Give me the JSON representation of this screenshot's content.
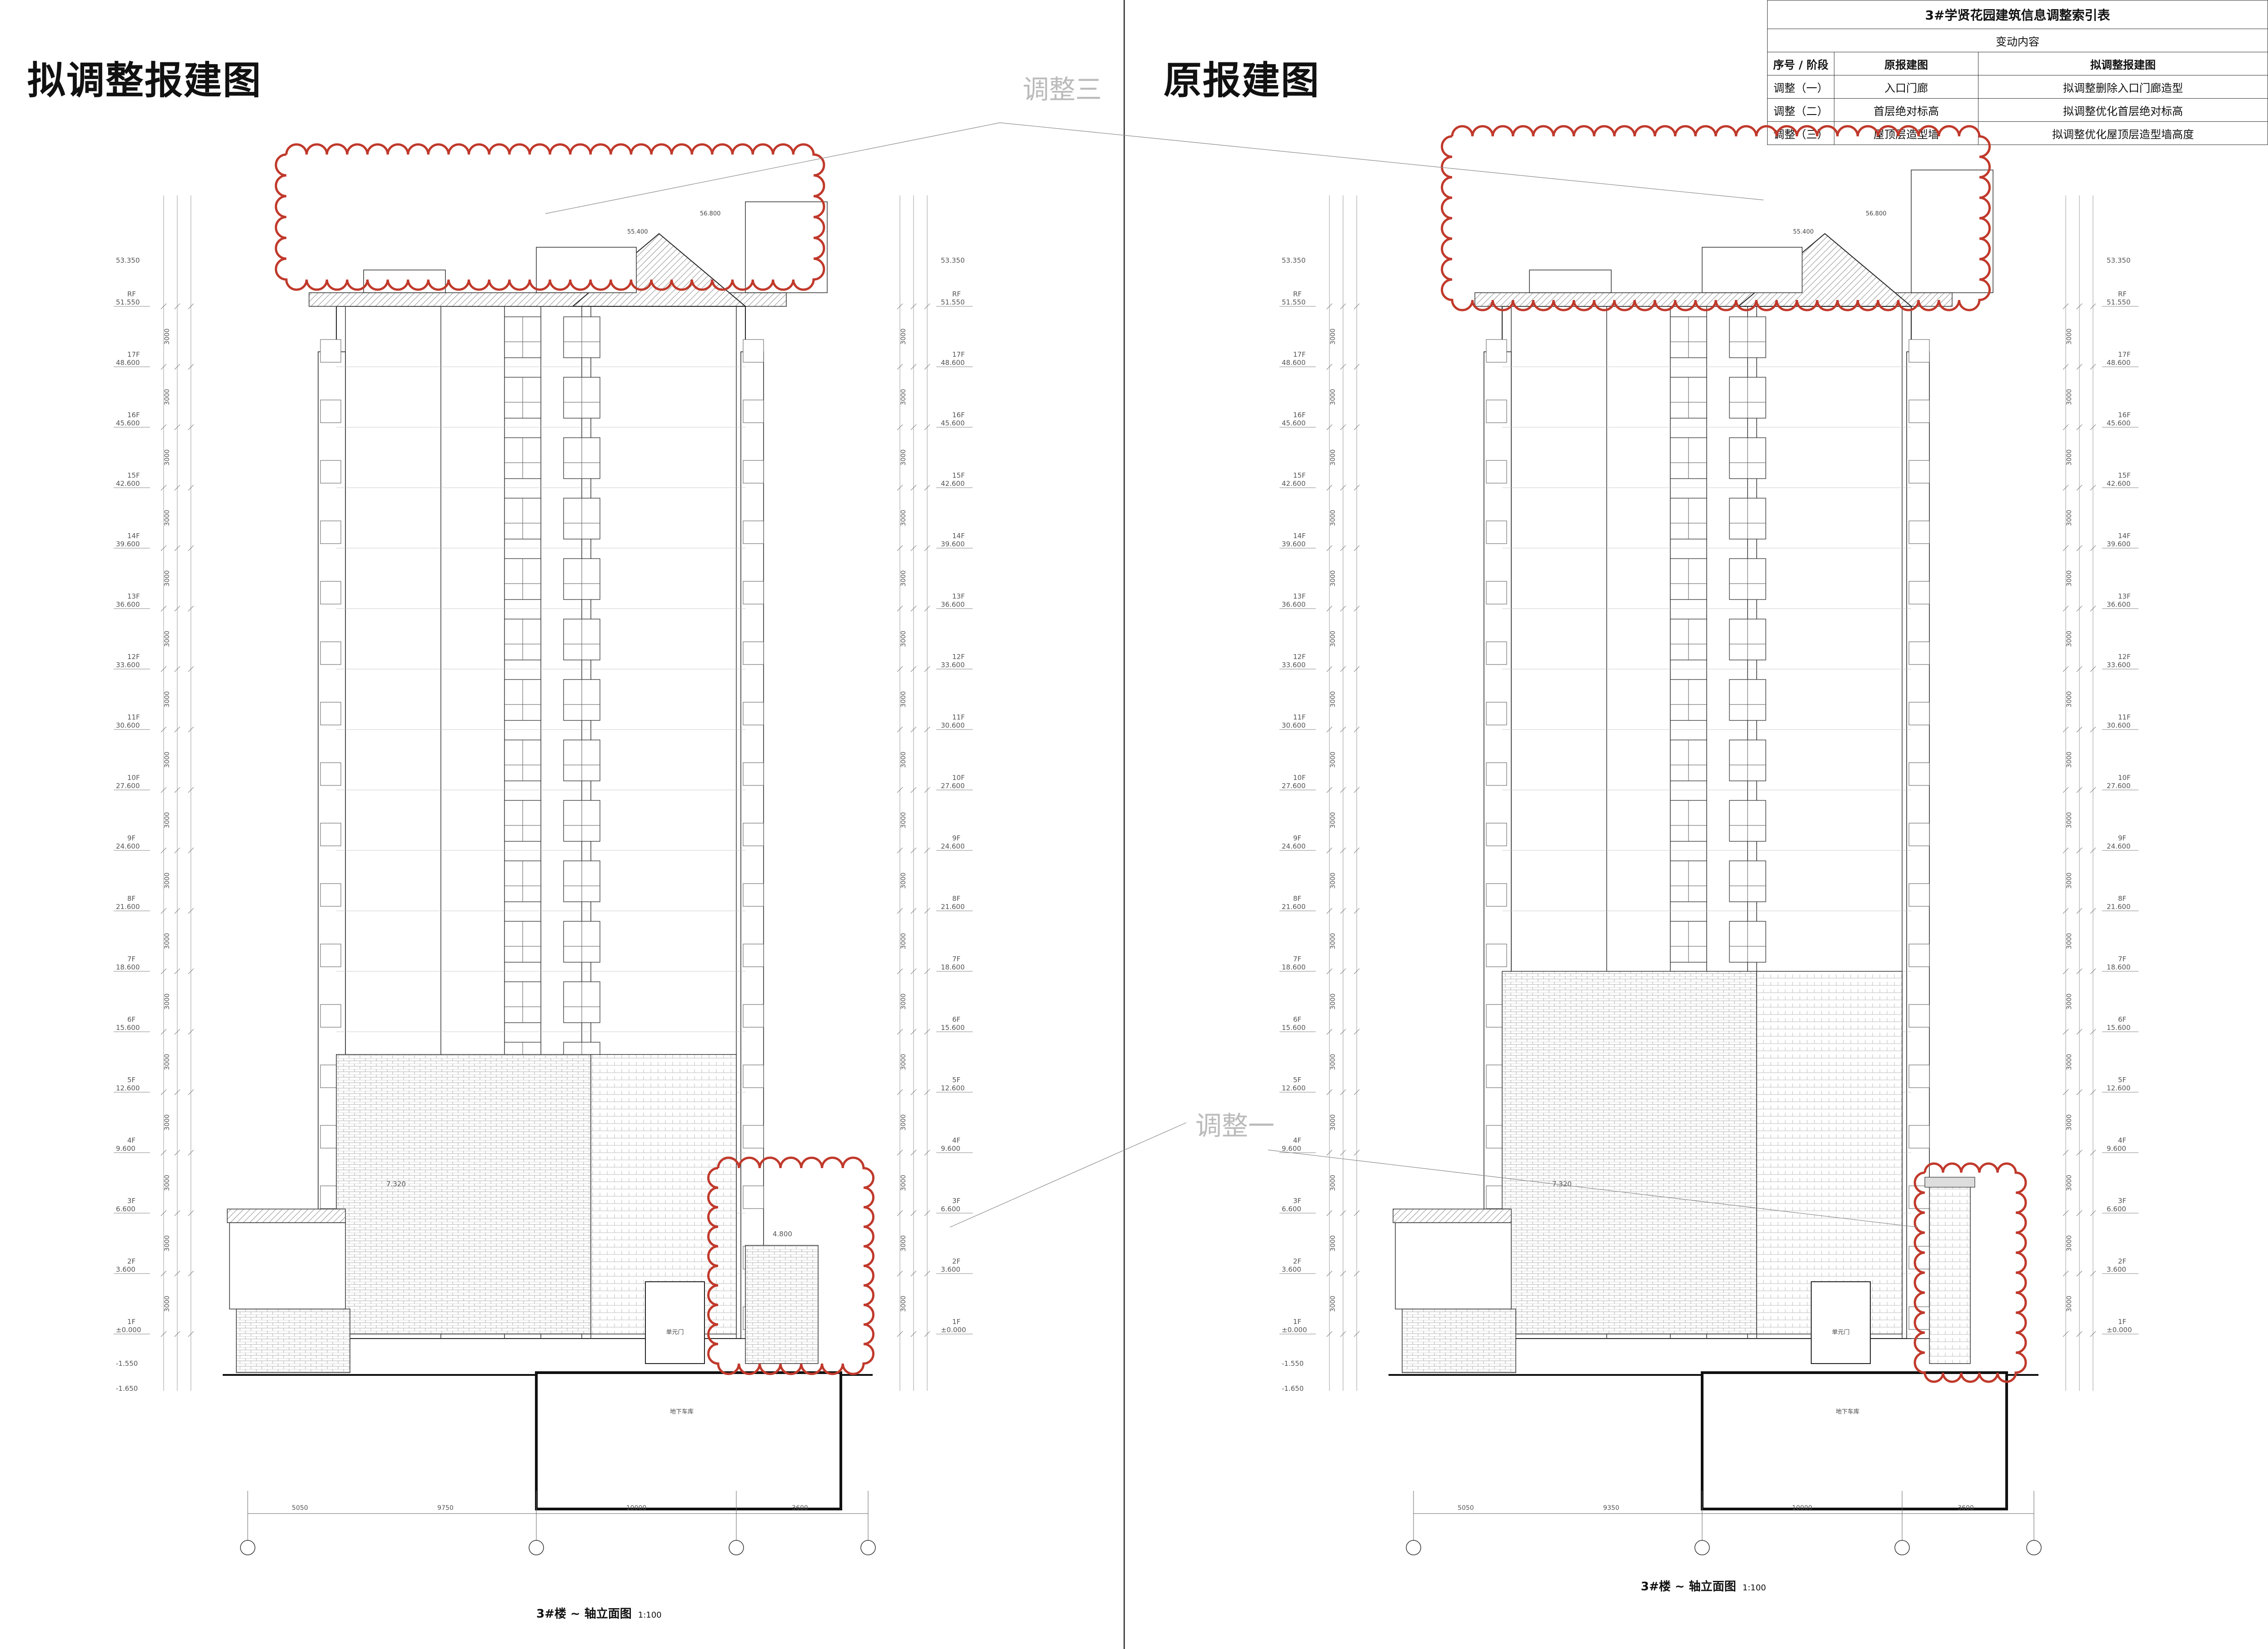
{
  "left": {
    "title": "拟调整报建图",
    "caption": "3#楼 ~ 轴立面图",
    "scale": "1:100",
    "tag_top": "调整三"
  },
  "right": {
    "title": "原报建图",
    "caption": "3#楼 ~ 轴立面图",
    "scale": "1:100",
    "tag_mid": "调整一"
  },
  "table": {
    "title": "3#学贤花园建筑信息调整索引表",
    "subtitle": "变动内容",
    "headers": {
      "seq": "序号",
      "stage": "阶段",
      "original": "原报建图",
      "proposed": "拟调整报建图"
    },
    "rows": [
      {
        "seq": "调整（一）",
        "original": "入口门廊",
        "proposed": "拟调整删除入口门廊造型"
      },
      {
        "seq": "调整（二）",
        "original": "首层绝对标高",
        "proposed": "拟调整优化首层绝对标高"
      },
      {
        "seq": "调整（三）",
        "original": "屋顶层造型墙",
        "proposed": "拟调整优化屋顶层造型墙高度"
      }
    ]
  },
  "levels": [
    {
      "floor": "RF",
      "elev": "51.550"
    },
    {
      "floor": "17F",
      "elev": "48.600"
    },
    {
      "floor": "16F",
      "elev": "45.600"
    },
    {
      "floor": "15F",
      "elev": "42.600"
    },
    {
      "floor": "14F",
      "elev": "39.600"
    },
    {
      "floor": "13F",
      "elev": "36.600"
    },
    {
      "floor": "12F",
      "elev": "33.600"
    },
    {
      "floor": "11F",
      "elev": "30.600"
    },
    {
      "floor": "10F",
      "elev": "27.600"
    },
    {
      "floor": "9F",
      "elev": "24.600"
    },
    {
      "floor": "8F",
      "elev": "21.600"
    },
    {
      "floor": "7F",
      "elev": "18.600"
    },
    {
      "floor": "6F",
      "elev": "15.600"
    },
    {
      "floor": "5F",
      "elev": "12.600"
    },
    {
      "floor": "4F",
      "elev": "9.600"
    },
    {
      "floor": "3F",
      "elev": "6.600"
    },
    {
      "floor": "2F",
      "elev": "3.600"
    },
    {
      "floor": "1F",
      "elev": "±0.000"
    }
  ],
  "top_elev": "53.350",
  "basement_elev": "-1.550",
  "basement_elev2": "-1.650",
  "base_dims": [
    "5050",
    "9750",
    "10000",
    "3600"
  ],
  "base_dims_right": [
    "5050",
    "9350",
    "10000",
    "3600"
  ],
  "basement_label": "地下车库",
  "notes": {
    "entrance": "7.320",
    "canopy": "4.800",
    "roof_a": "55.400",
    "roof_b": "56.800",
    "door": "单元门"
  }
}
